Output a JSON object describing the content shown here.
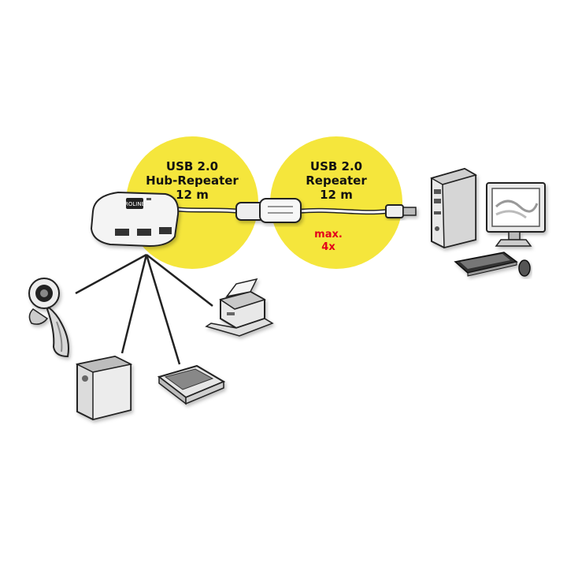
{
  "bubbles": [
    {
      "lines": [
        "USB 2.0",
        "Hub-Repeater",
        "12 m"
      ]
    },
    {
      "lines": [
        "USB 2.0",
        "Repeater",
        "12 m"
      ],
      "note": [
        "max.",
        "4x"
      ]
    }
  ],
  "colors": {
    "bubble": "#f5e63c",
    "note": "#e3001b",
    "cable": "#222222"
  },
  "devices": [
    "usb-hub",
    "usb-repeater",
    "webcam",
    "external-hdd",
    "scanner",
    "printer",
    "pc-tower",
    "monitor",
    "keyboard",
    "mouse"
  ]
}
